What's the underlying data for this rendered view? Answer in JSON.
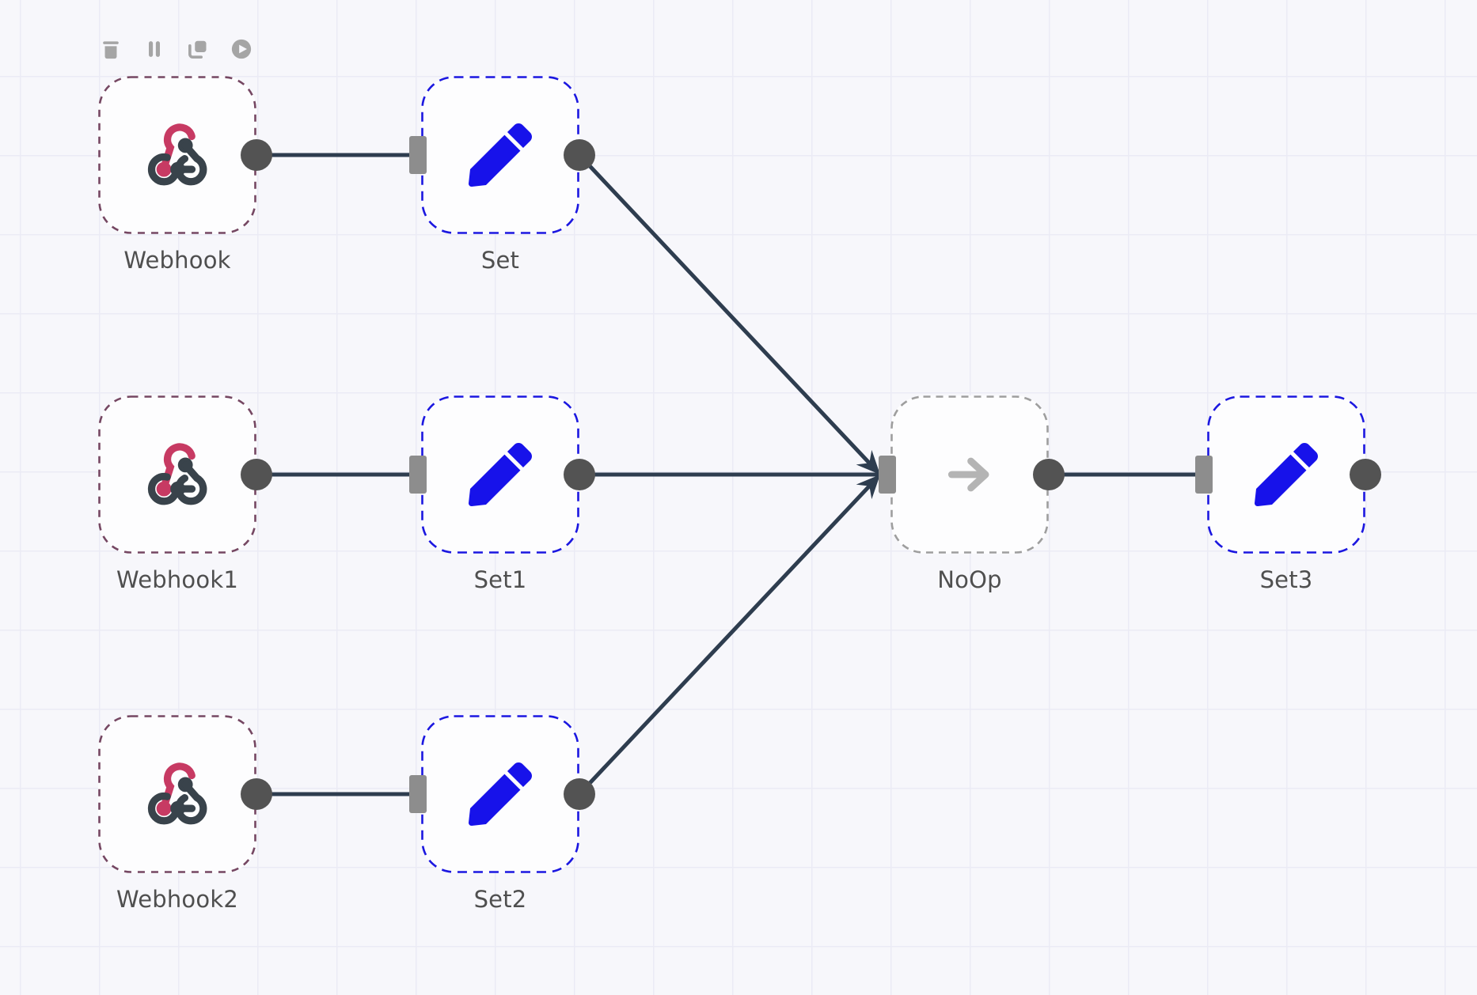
{
  "canvas": {
    "background_color": "#f7f7fb",
    "grid_color": "#ebebf5"
  },
  "toolbar": {
    "buttons": [
      {
        "name": "delete",
        "icon": "trash-icon"
      },
      {
        "name": "pause",
        "icon": "pause-icon"
      },
      {
        "name": "duplicate",
        "icon": "copy-icon"
      },
      {
        "name": "execute",
        "icon": "play-icon"
      }
    ]
  },
  "nodes": [
    {
      "id": "webhook",
      "label": "Webhook",
      "icon": "webhook-icon",
      "border_color": "#754762",
      "has_input": false,
      "has_output": true
    },
    {
      "id": "set",
      "label": "Set",
      "icon": "pencil-icon",
      "border_color": "#1b17e0",
      "has_input": true,
      "has_output": true
    },
    {
      "id": "webhook1",
      "label": "Webhook1",
      "icon": "webhook-icon",
      "border_color": "#754762",
      "has_input": false,
      "has_output": true
    },
    {
      "id": "set1",
      "label": "Set1",
      "icon": "pencil-icon",
      "border_color": "#1b17e0",
      "has_input": true,
      "has_output": true
    },
    {
      "id": "webhook2",
      "label": "Webhook2",
      "icon": "webhook-icon",
      "border_color": "#754762",
      "has_input": false,
      "has_output": true
    },
    {
      "id": "set2",
      "label": "Set2",
      "icon": "pencil-icon",
      "border_color": "#1b17e0",
      "has_input": true,
      "has_output": true
    },
    {
      "id": "noop",
      "label": "NoOp",
      "icon": "arrow-right-icon",
      "border_color": "#9e9e9e",
      "has_input": true,
      "has_output": true
    },
    {
      "id": "set3",
      "label": "Set3",
      "icon": "pencil-icon",
      "border_color": "#1b17e0",
      "has_input": true,
      "has_output": true
    }
  ],
  "edges": [
    {
      "from": "webhook",
      "to": "set",
      "arrow": false
    },
    {
      "from": "webhook1",
      "to": "set1",
      "arrow": false
    },
    {
      "from": "webhook2",
      "to": "set2",
      "arrow": false
    },
    {
      "from": "set",
      "to": "noop",
      "arrow": true
    },
    {
      "from": "set1",
      "to": "noop",
      "arrow": false
    },
    {
      "from": "set2",
      "to": "noop",
      "arrow": true
    },
    {
      "from": "noop",
      "to": "set3",
      "arrow": false
    }
  ],
  "colors": {
    "edge": "#2e3d4f",
    "output_dot": "#535353",
    "input_rect": "#8d8d8d",
    "node_background": "#fdfdfe",
    "label_text": "#4f4f4f",
    "toolbar_icon": "#a5a5a5",
    "webhook_pink": "#c73a63",
    "webhook_dark": "#39434b",
    "pencil_blue": "#1712ea",
    "noop_arrow_gray": "#b4b4b4"
  }
}
